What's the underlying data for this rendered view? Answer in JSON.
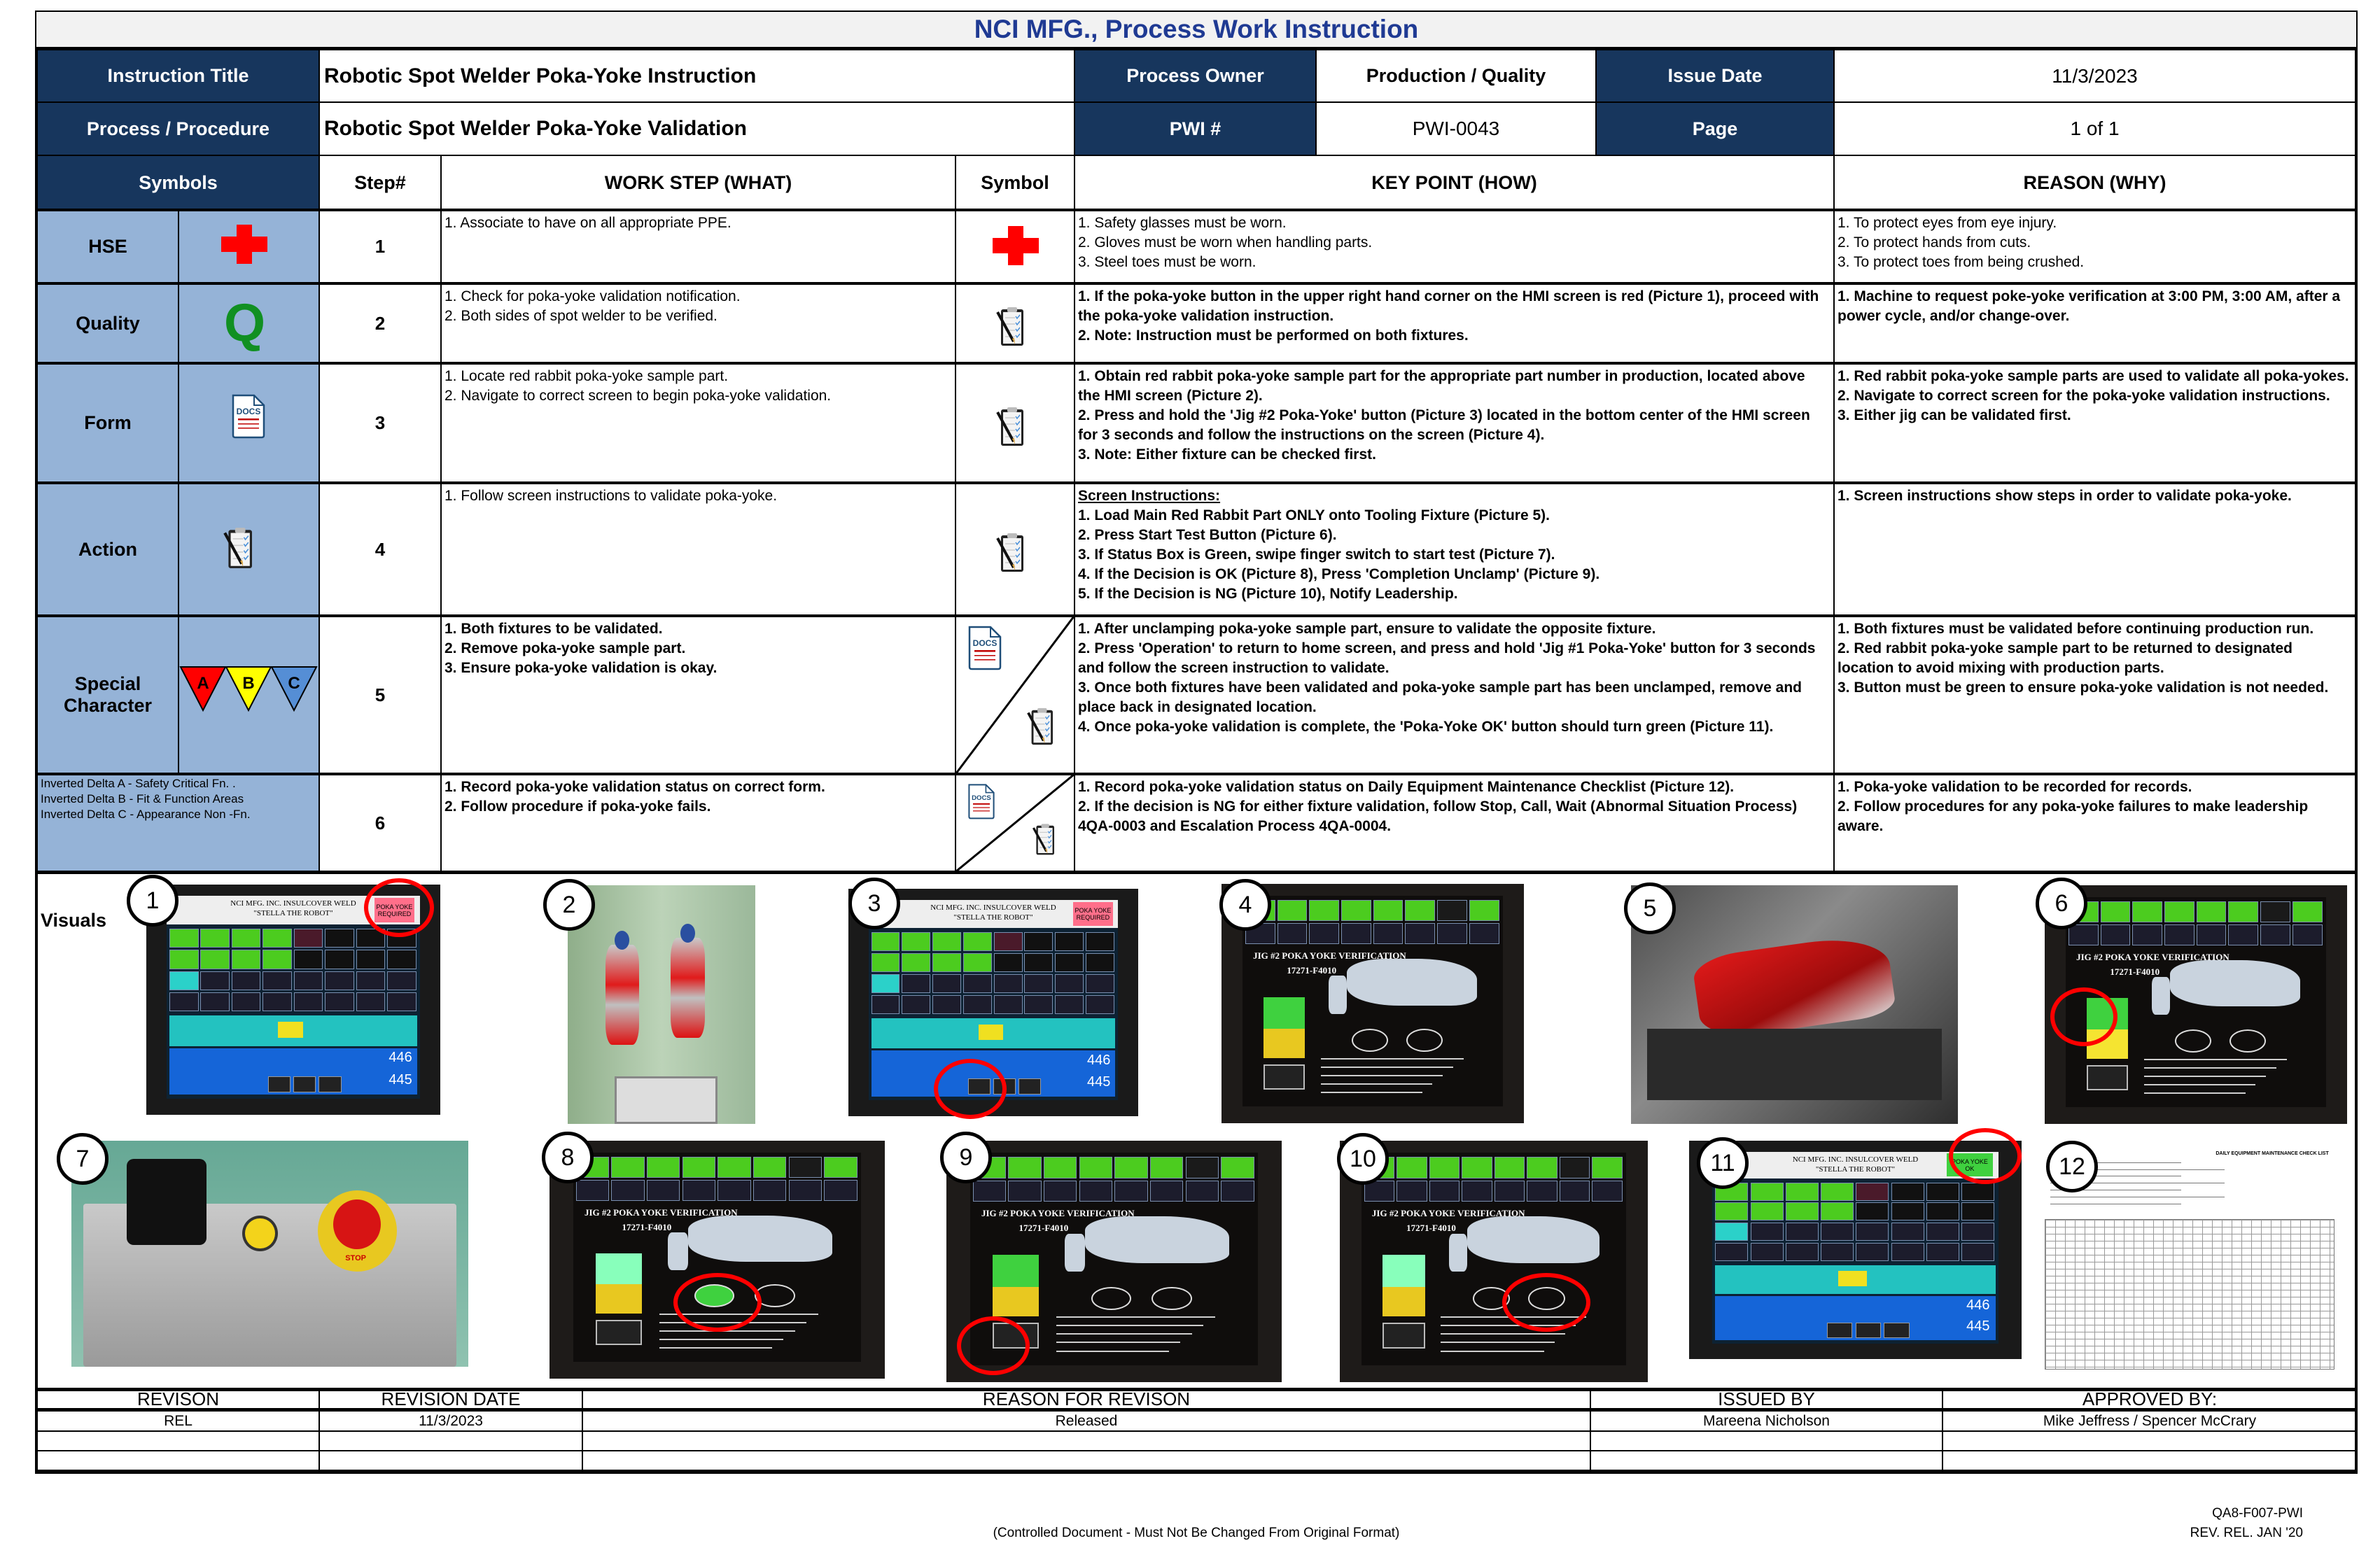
{
  "header": {
    "title": "NCI MFG., Process Work Instruction",
    "instruction_title_label": "Instruction Title",
    "instruction_title": "Robotic Spot Welder Poka-Yoke Instruction",
    "process_label": "Process / Procedure",
    "process": "Robotic Spot Welder Poka-Yoke Validation",
    "owner_label": "Process Owner",
    "owner": "Production / Quality",
    "pwi_label": "PWI #",
    "pwi": "PWI-0043",
    "issue_date_label": "Issue Date",
    "issue_date": "11/3/2023",
    "page_label": "Page",
    "page": "1 of 1"
  },
  "columns": {
    "symbols": "Symbols",
    "step": "Step#",
    "work_step": "WORK STEP (WHAT)",
    "symbol": "Symbol",
    "key_point": "KEY POINT (HOW)",
    "reason": "REASON (WHY)"
  },
  "symbol_legend": {
    "hse": "HSE",
    "quality": "Quality",
    "quality_letter": "Q",
    "form": "Form",
    "docs_text": "DOCS",
    "action": "Action",
    "special": "Special Character",
    "deltas": [
      "A",
      "B",
      "C"
    ],
    "delta_colors": [
      "#ff0000",
      "#ffff00",
      "#558ed5"
    ],
    "notes": [
      "Inverted Delta A - Safety Critical Fn. .",
      "Inverted Delta B - Fit & Function Areas",
      "Inverted Delta C  - Appearance Non -Fn."
    ]
  },
  "steps": [
    {
      "num": "1",
      "symbol": "hse-cross-icon",
      "what": [
        "1. Associate to have on all appropriate PPE."
      ],
      "how": [
        "1. Safety glasses must be worn.",
        "2. Gloves must be worn when handling parts.",
        "3. Steel toes must be worn."
      ],
      "why": [
        "1. To protect eyes from eye injury.",
        "2. To protect hands from cuts.",
        "3. To protect toes from being crushed."
      ]
    },
    {
      "num": "2",
      "symbol": "clipboard-icon",
      "what": [
        "1. Check for poka-yoke validation notification.",
        "2. Both sides of spot welder to be verified."
      ],
      "how": [
        "1. If the poka-yoke button in the upper right hand corner on the HMI screen is red (Picture 1), proceed with the poka-yoke validation instruction.",
        "2. Note: Instruction must be performed on both fixtures."
      ],
      "why": [
        "1. Machine to request poke-yoke verification at 3:00 PM, 3:00 AM, after a power cycle, and/or change-over."
      ]
    },
    {
      "num": "3",
      "symbol": "clipboard-icon",
      "what": [
        "1. Locate red rabbit poka-yoke sample part.",
        "2. Navigate to correct screen to begin poka-yoke validation."
      ],
      "how": [
        "1. Obtain red rabbit poka-yoke sample part for the appropriate part number in production, located above the HMI screen (Picture 2).",
        "2. Press and hold the 'Jig #2 Poka-Yoke' button (Picture 3) located in the bottom center of the HMI screen for 3 seconds and follow the instructions on the screen (Picture 4).",
        "3. Note: Either fixture can be checked first."
      ],
      "why": [
        "1. Red rabbit poka-yoke sample parts are used to validate all poka-yokes.",
        "2. Navigate to correct screen for the poka-yoke validation instructions.",
        "3. Either jig can be validated first."
      ]
    },
    {
      "num": "4",
      "symbol": "clipboard-icon",
      "what": [
        "1. Follow screen instructions to validate poka-yoke."
      ],
      "how_heading": "Screen Instructions:",
      "how": [
        "1. Load Main Red Rabbit Part ONLY onto Tooling Fixture (Picture 5).",
        "2. Press Start Test Button (Picture 6).",
        "3. If Status Box is Green, swipe finger switch to start test (Picture 7).",
        "4. If the Decision is OK (Picture 8), Press 'Completion Unclamp' (Picture 9).",
        "5. If the Decision is NG (Picture 10), Notify Leadership."
      ],
      "why": [
        "1. Screen instructions show steps in order to validate poka-yoke."
      ]
    },
    {
      "num": "5",
      "symbol": "docs-and-clipboard-icon",
      "what": [
        "1. Both fixtures to be validated.",
        "2. Remove poka-yoke sample part.",
        "3. Ensure poka-yoke validation is okay."
      ],
      "how": [
        "1. After unclamping poka-yoke sample part, ensure to validate the opposite fixture.",
        "2. Press 'Operation' to return to home screen, and press and hold 'Jig #1 Poka-Yoke' button for 3 seconds and follow the screen instruction to validate.",
        "3. Once both fixtures have been validated and poka-yoke sample part has been unclamped, remove and place back in designated location.",
        "4. Once poka-yoke validation is complete, the 'Poka-Yoke OK' button should turn green (Picture 11)."
      ],
      "why": [
        "1. Both fixtures must be validated before continuing production run.",
        "2. Red rabbit poka-yoke sample part to be returned to designated location to avoid mixing with production parts.",
        "3. Button must be green to ensure poka-yoke validation is not needed."
      ]
    },
    {
      "num": "6",
      "symbol": "docs-and-clipboard-icon",
      "what": [
        "1. Record poka-yoke validation status on correct form.",
        "2. Follow procedure if poka-yoke fails."
      ],
      "how": [
        "1. Record poka-yoke validation status on Daily Equipment Maintenance Checklist (Picture 12).",
        "2. If the decision is NG for either fixture validation, follow Stop, Call, Wait (Abnormal Situation Process) 4QA-0003 and Escalation Process 4QA-0004."
      ],
      "why": [
        "1. Poka-yoke validation to be recorded for records.",
        "2. Follow procedures for any poka-yoke failures to make leadership aware."
      ]
    }
  ],
  "visuals": {
    "label": "Visuals",
    "pictures": [
      {
        "num": "1",
        "kind": "home-hmi-screen",
        "highlight": "poka-yoke-required-button",
        "caption_line1": "NCI MFG. INC. INSULCOVER WELD",
        "caption_line2": "\"STELLA THE ROBOT\"",
        "button": "POKA YOKE REQUIRED",
        "counter1": "446",
        "counter2": "445"
      },
      {
        "num": "2",
        "kind": "red-rabbit-parts-photo"
      },
      {
        "num": "3",
        "kind": "home-hmi-screen",
        "highlight": "jig2-poka-yoke-button",
        "caption_line1": "NCI MFG. INC. INSULCOVER WELD",
        "caption_line2": "\"STELLA THE ROBOT\"",
        "button": "POKA YOKE REQUIRED",
        "counter1": "446",
        "counter2": "445"
      },
      {
        "num": "4",
        "kind": "jig-verification-screen",
        "screen_title": "JIG #2 POKA YOKE VERIFICATION",
        "part_no": "17271-F4010"
      },
      {
        "num": "5",
        "kind": "fixture-photo"
      },
      {
        "num": "6",
        "kind": "jig-verification-screen",
        "highlight": "start-test-button",
        "screen_title": "JIG #2 POKA YOKE VERIFICATION",
        "part_no": "17271-F4010"
      },
      {
        "num": "7",
        "kind": "finger-switch-photo",
        "stop_label": "STOP"
      },
      {
        "num": "8",
        "kind": "jig-verification-screen",
        "highlight": "decision-ok",
        "screen_title": "JIG #2 POKA YOKE VERIFICATION",
        "part_no": "17271-F4010"
      },
      {
        "num": "9",
        "kind": "jig-verification-screen",
        "highlight": "completion-unclamp",
        "screen_title": "JIG #2 POKA YOKE VERIFICATION",
        "part_no": "17271-F4010"
      },
      {
        "num": "10",
        "kind": "jig-verification-screen",
        "highlight": "decision-ng",
        "screen_title": "JIG #2 POKA YOKE VERIFICATION",
        "part_no": "17271-F4010"
      },
      {
        "num": "11",
        "kind": "home-hmi-screen",
        "highlight": "poka-yoke-ok-button",
        "caption_line1": "NCI MFG. INC. INSULCOVER WELD",
        "caption_line2": "\"STELLA THE ROBOT\"",
        "button": "POKA YOKE OK",
        "counter1": "446",
        "counter2": "445"
      },
      {
        "num": "12",
        "kind": "maintenance-checklist-form",
        "form_title": "DAILY EQUIPMENT MAINTENANCE CHECK LIST"
      }
    ]
  },
  "revisions": {
    "headers": [
      "REVISON",
      "REVISION DATE",
      "REASON FOR REVISON",
      "ISSUED BY",
      "APPROVED BY:"
    ],
    "rows": [
      [
        "REL",
        "11/3/2023",
        "Released",
        "Mareena Nicholson",
        "Mike Jeffress / Spencer McCrary"
      ],
      [
        "",
        "",
        "",
        "",
        ""
      ],
      [
        "",
        "",
        "",
        "",
        ""
      ]
    ]
  },
  "footer": {
    "controlled": "(Controlled Document - Must Not Be Changed From Original Format)",
    "form_code": "QA8-F007-PWI",
    "form_rev": "REV. REL. JAN '20"
  },
  "colors": {
    "navy": "#17365d",
    "symbol_bg": "#95b3d7",
    "title": "#1f3a93",
    "highlight_ring": "#ff0000",
    "quality_green": "#119022",
    "hse_red": "#ff0000"
  }
}
